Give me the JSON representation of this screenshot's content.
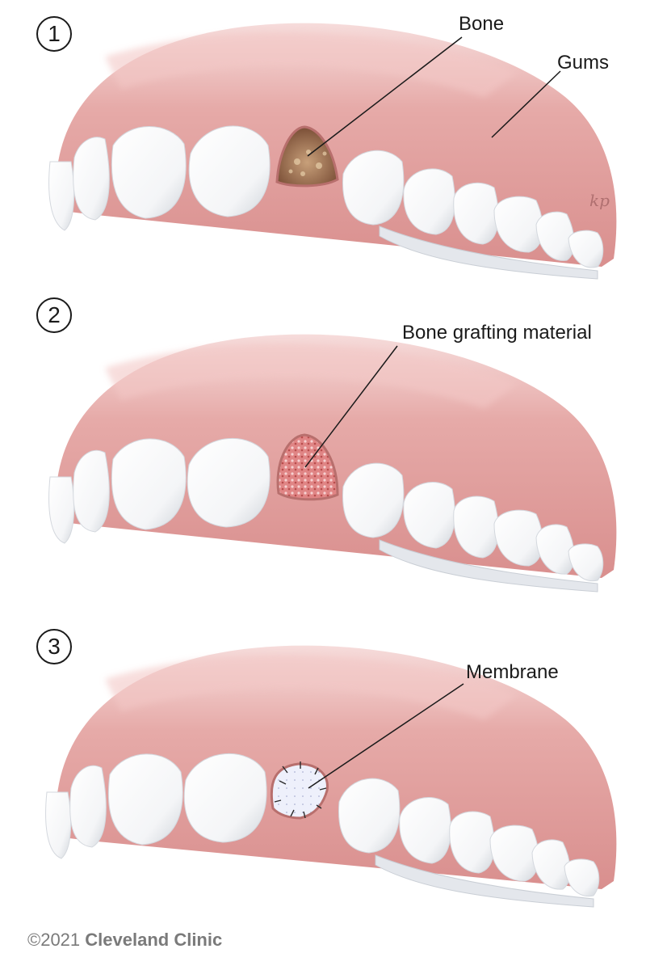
{
  "panels": [
    {
      "number": "1",
      "labels": {
        "bone": "Bone",
        "gums": "Gums"
      },
      "signature": "kp"
    },
    {
      "number": "2",
      "labels": {
        "graft": "Bone grafting material"
      }
    },
    {
      "number": "3",
      "labels": {
        "membrane": "Membrane"
      }
    }
  ],
  "credit": {
    "year": "©2021",
    "org": "Cleveland Clinic"
  },
  "colors": {
    "gum": "#e3a3a1",
    "gum_dark": "#c97b7b",
    "tooth": "#ffffff",
    "tooth_shade": "#d9dde2",
    "bone": "#9a6a4e",
    "graft": "#d97272",
    "membrane": "#eef0fb"
  }
}
